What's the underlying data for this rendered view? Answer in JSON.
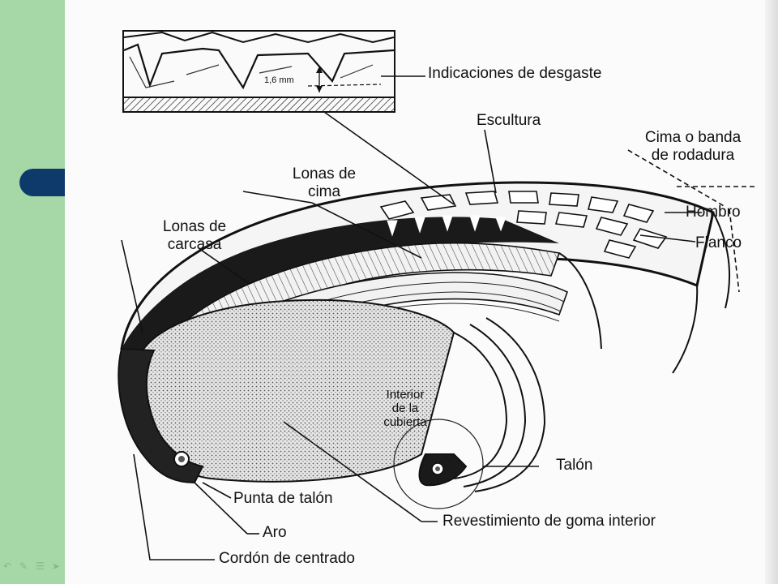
{
  "slide": {
    "accent_colors": {
      "sidebar": "#a6d7a6",
      "tab": "#0e3a6b"
    },
    "nav_icons": [
      "prev-arrow-icon",
      "edit-pen-icon",
      "menu-icon",
      "next-arrow-icon"
    ]
  },
  "diagram": {
    "labels": {
      "wear_indicators": "Indicaciones de desgaste",
      "depth": "1,6 mm",
      "tread_pattern": "Escultura",
      "crown_line1": "Cima o banda",
      "crown_line2": "de rodadura",
      "belt_plies_line1": "Lonas de",
      "belt_plies_line2": "cima",
      "shoulder": "Hombro",
      "flank": "Flanco",
      "carcass_plies_line1": "Lonas de",
      "carcass_plies_line2": "carcasa",
      "interior_line1": "Interior",
      "interior_line2": "de la",
      "interior_line3": "cubierta",
      "bead": "Talón",
      "bead_toe": "Punta de talón",
      "inner_liner": "Revestimiento de goma interior",
      "bead_wire": "Aro",
      "centering_rib": "Cordón de centrado"
    }
  }
}
